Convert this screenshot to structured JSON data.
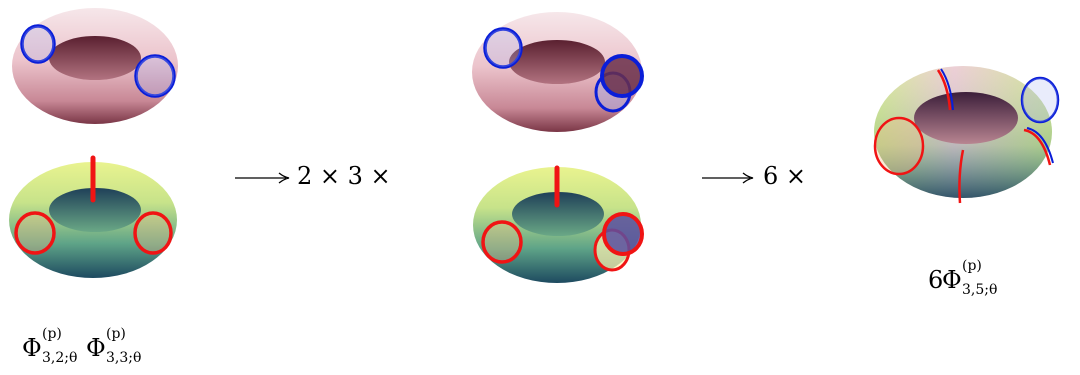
{
  "colors": {
    "pink_top": "#f3dde0",
    "pink_mid": "#dca0ab",
    "pink_dark": "#6b2c3a",
    "green_yellow": "#e7f08a",
    "green_mid": "#8fc77f",
    "teal_dark": "#1f4e5e",
    "blue_circle": "#0a1ed8",
    "red_circle": "#f01414"
  },
  "labels": {
    "arrow1_factor": "2 × 3 ×",
    "arrow2_factor": "6 ×",
    "bottom_left_phi1": "Φ",
    "bottom_left_sub1": "3,2;θ",
    "bottom_left_phi2": "Φ",
    "bottom_left_sub2": "3,3;θ",
    "superscript": "(p)",
    "right_coeff": "6",
    "right_phi": "Φ",
    "right_sub": "3,5;θ"
  },
  "arrows": {
    "symbol": "⟶"
  }
}
